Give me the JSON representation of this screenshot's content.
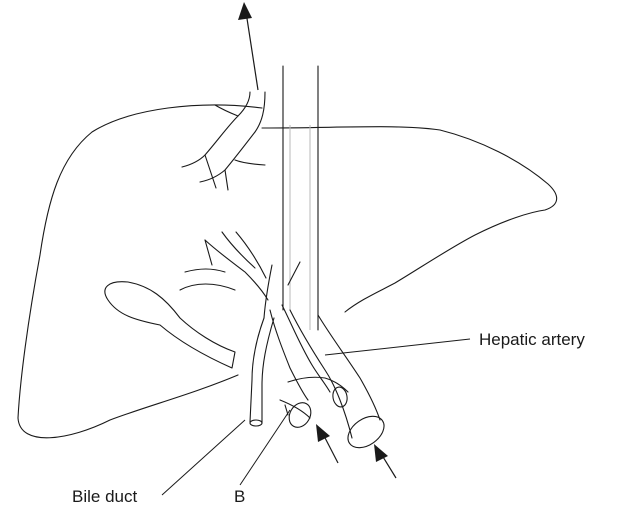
{
  "diagram": {
    "labels": {
      "hepatic_artery": "Hepatic artery",
      "bile_duct": "Bile duct",
      "b": "B"
    },
    "colors": {
      "line": "#1a1a1a",
      "faint_line": "#b8b8b8",
      "background": "#ffffff"
    }
  }
}
